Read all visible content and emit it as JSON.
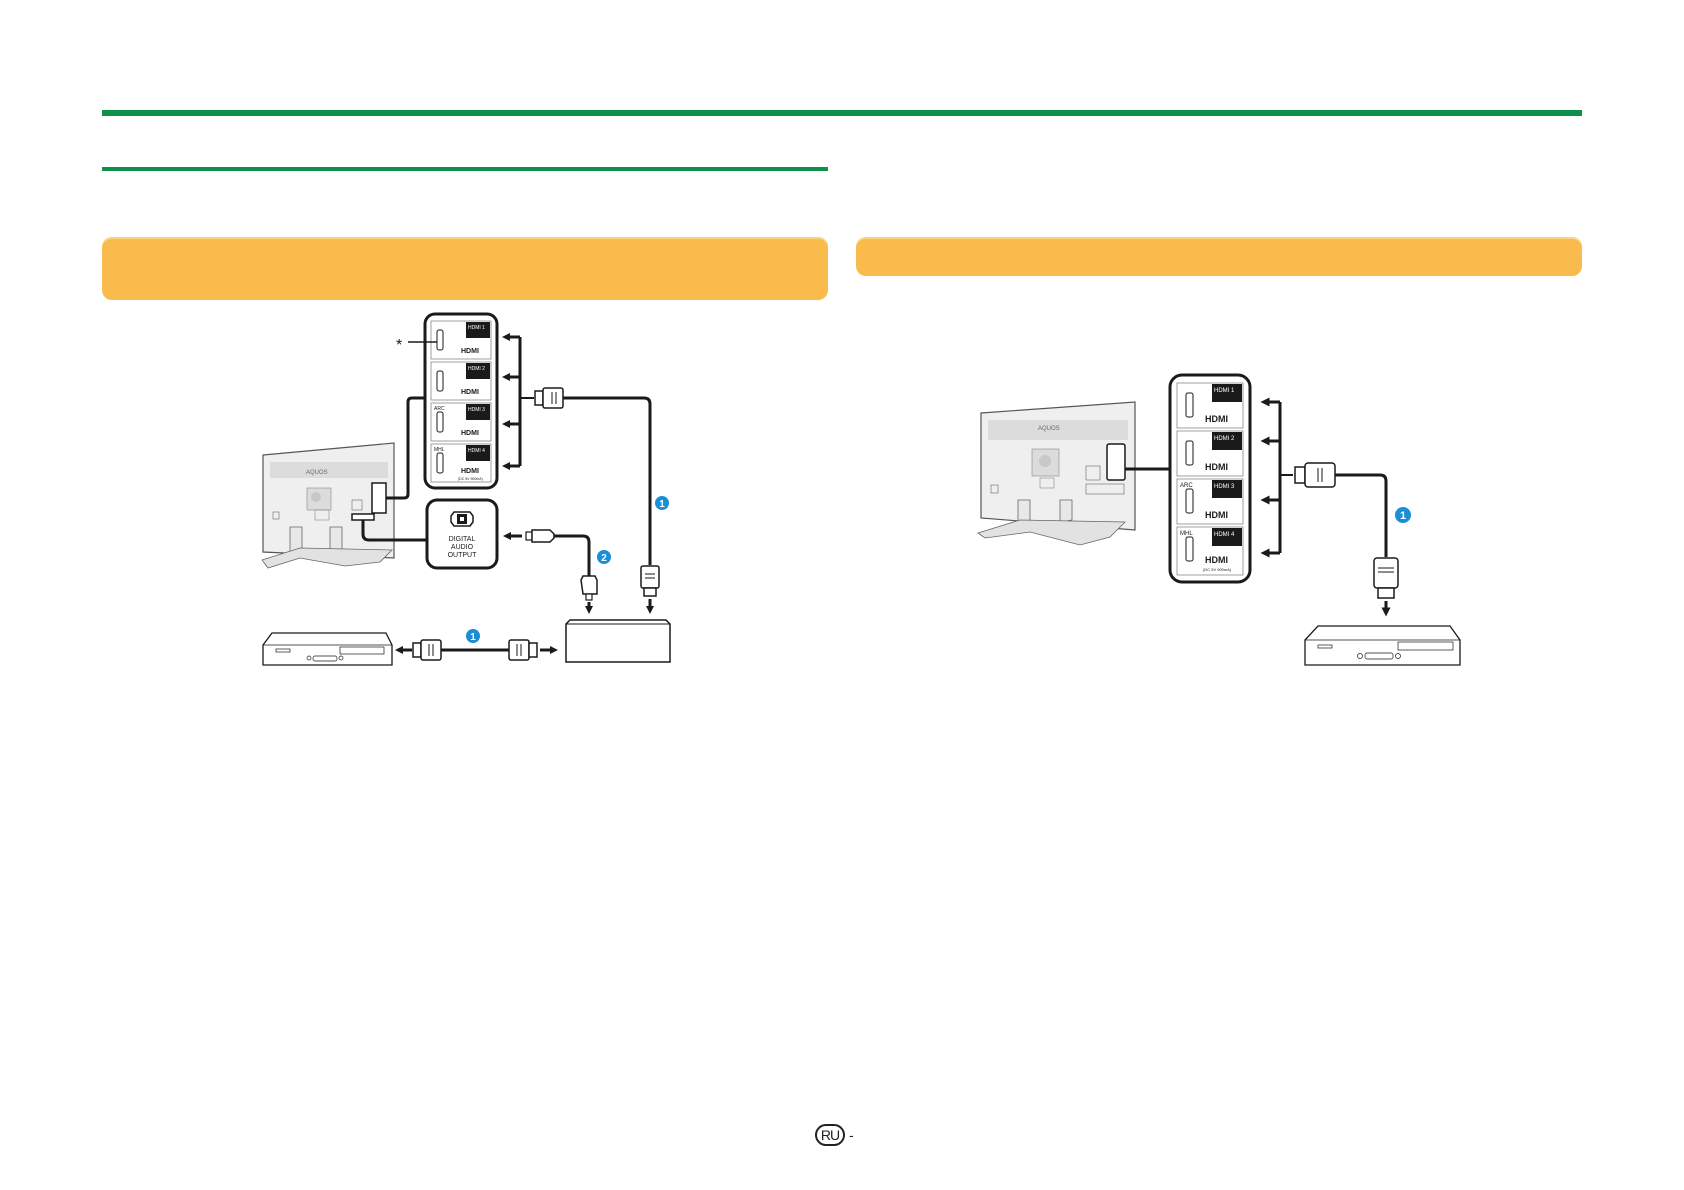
{
  "page": {
    "language_badge": "RU",
    "page_suffix": "-"
  },
  "colors": {
    "rule_green": "#0e8f4a",
    "header_orange": "#f9bb4b",
    "badge_blue": "#1a8fd6",
    "line_black": "#1a1a1a"
  },
  "left_diagram": {
    "asterisk": "*",
    "hdmi_panel": {
      "ports": [
        {
          "label": "HDMI 1",
          "prefix": "",
          "logo": "HDMI",
          "note": ""
        },
        {
          "label": "HDMI 2",
          "prefix": "",
          "logo": "HDMI",
          "note": ""
        },
        {
          "label": "HDMI 3",
          "prefix": "ARC",
          "logo": "HDMI",
          "note": ""
        },
        {
          "label": "HDMI 4",
          "prefix": "MHL",
          "logo": "HDMI",
          "note": "(DC 5V 900mA)"
        }
      ]
    },
    "tv_brand": "AQUOS",
    "digital_audio": {
      "line1": "DIGITAL",
      "line2": "AUDIO",
      "line3": "OUTPUT"
    },
    "badges": {
      "hdmi_cable_to_amp": "1",
      "optical_cable": "2",
      "hdmi_cable_recorder": "1"
    }
  },
  "right_diagram": {
    "hdmi_panel": {
      "ports": [
        {
          "label": "HDMI 1",
          "prefix": "",
          "logo": "HDMI",
          "note": ""
        },
        {
          "label": "HDMI 2",
          "prefix": "",
          "logo": "HDMI",
          "note": ""
        },
        {
          "label": "HDMI 3",
          "prefix": "ARC",
          "logo": "HDMI",
          "note": ""
        },
        {
          "label": "HDMI 4",
          "prefix": "MHL",
          "logo": "HDMI",
          "note": "(DC 5V 900mA)"
        }
      ]
    },
    "tv_brand": "AQUOS",
    "badges": {
      "hdmi_cable": "1"
    }
  }
}
